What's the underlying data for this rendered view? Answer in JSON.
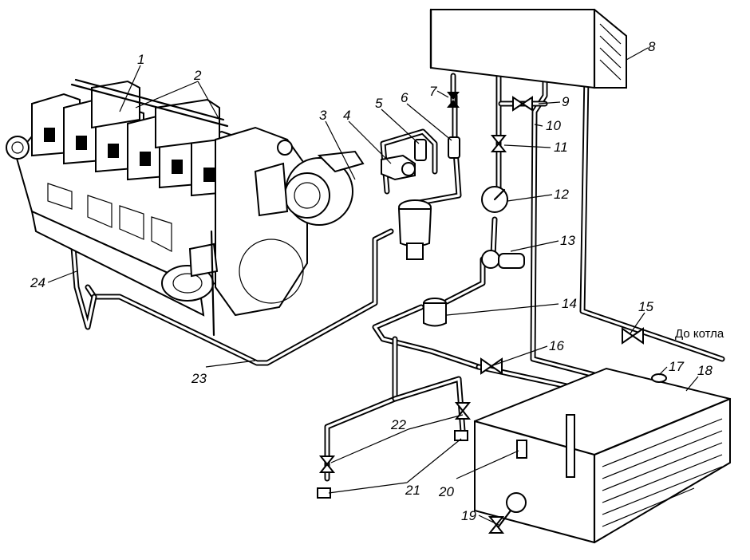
{
  "callouts": [
    {
      "id": "1",
      "text": "1"
    },
    {
      "id": "2",
      "text": "2"
    },
    {
      "id": "3",
      "text": "3"
    },
    {
      "id": "4",
      "text": "4"
    },
    {
      "id": "5",
      "text": "5"
    },
    {
      "id": "6",
      "text": "6"
    },
    {
      "id": "7",
      "text": "7"
    },
    {
      "id": "8",
      "text": "8"
    },
    {
      "id": "9",
      "text": "9"
    },
    {
      "id": "10",
      "text": "10"
    },
    {
      "id": "11",
      "text": "11"
    },
    {
      "id": "12",
      "text": "12"
    },
    {
      "id": "13",
      "text": "13"
    },
    {
      "id": "14",
      "text": "14"
    },
    {
      "id": "15",
      "text": "15"
    },
    {
      "id": "16",
      "text": "16"
    },
    {
      "id": "17",
      "text": "17"
    },
    {
      "id": "18",
      "text": "18"
    },
    {
      "id": "19",
      "text": "19"
    },
    {
      "id": "20",
      "text": "20"
    },
    {
      "id": "21",
      "text": "21"
    },
    {
      "id": "22",
      "text": "22"
    },
    {
      "id": "23",
      "text": "23"
    },
    {
      "id": "24",
      "text": "24"
    }
  ],
  "boiler_label": "До котла"
}
